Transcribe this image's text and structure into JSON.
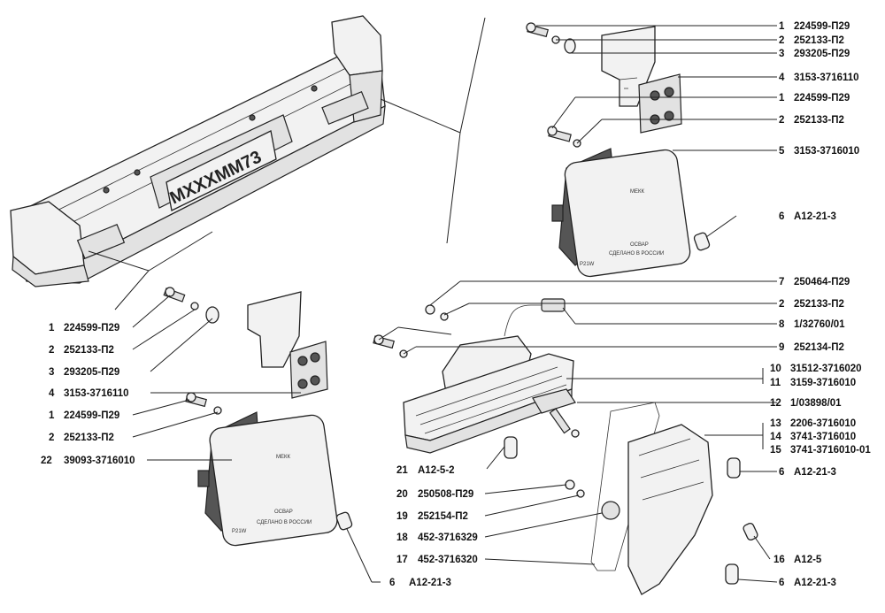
{
  "plate": {
    "text": "MXXXMM73"
  },
  "lamp_markings": {
    "brand": "МЕКК",
    "bulb": "P21W",
    "made1": "ОСВАР",
    "made2": "СДЕЛАНО В РОССИИ"
  },
  "callouts": [
    {
      "id": "c01",
      "num": "1",
      "code": "224599-П29"
    },
    {
      "id": "c02",
      "num": "2",
      "code": "252133-П2"
    },
    {
      "id": "c03",
      "num": "3",
      "code": "293205-П29"
    },
    {
      "id": "c04",
      "num": "4",
      "code": "3153-3716110"
    },
    {
      "id": "c05",
      "num": "1",
      "code": "224599-П29"
    },
    {
      "id": "c06",
      "num": "2",
      "code": "252133-П2"
    },
    {
      "id": "c07",
      "num": "5",
      "code": "3153-3716010"
    },
    {
      "id": "c08",
      "num": "6",
      "code": "А12-21-3"
    },
    {
      "id": "c09",
      "num": "7",
      "code": "250464-П29"
    },
    {
      "id": "c10",
      "num": "2",
      "code": "252133-П2"
    },
    {
      "id": "c11",
      "num": "8",
      "code": "1/32760/01"
    },
    {
      "id": "c12",
      "num": "9",
      "code": "252134-П2"
    },
    {
      "id": "c13",
      "num": "10",
      "code": "31512-3716020"
    },
    {
      "id": "c14",
      "num": "11",
      "code": "3159-3716010"
    },
    {
      "id": "c15",
      "num": "12",
      "code": "1/03898/01"
    },
    {
      "id": "c16",
      "num": "13",
      "code": "2206-3716010"
    },
    {
      "id": "c17",
      "num": "14",
      "code": "3741-3716010"
    },
    {
      "id": "c18",
      "num": "15",
      "code": "3741-3716010-01"
    },
    {
      "id": "c19",
      "num": "6",
      "code": "А12-21-3"
    },
    {
      "id": "c20",
      "num": "16",
      "code": "А12-5"
    },
    {
      "id": "c21",
      "num": "6",
      "code": "А12-21-3"
    },
    {
      "id": "c22",
      "num": "1",
      "code": "224599-П29"
    },
    {
      "id": "c23",
      "num": "2",
      "code": "252133-П2"
    },
    {
      "id": "c24",
      "num": "3",
      "code": "293205-П29"
    },
    {
      "id": "c25",
      "num": "4",
      "code": "3153-3716110"
    },
    {
      "id": "c26",
      "num": "1",
      "code": "224599-П29"
    },
    {
      "id": "c27",
      "num": "2",
      "code": "252133-П2"
    },
    {
      "id": "c28",
      "num": "22",
      "code": "39093-3716010"
    },
    {
      "id": "c29",
      "num": "21",
      "code": "А12-5-2"
    },
    {
      "id": "c30",
      "num": "20",
      "code": "250508-П29"
    },
    {
      "id": "c31",
      "num": "19",
      "code": "252154-П2"
    },
    {
      "id": "c32",
      "num": "18",
      "code": "452-3716329"
    },
    {
      "id": "c33",
      "num": "17",
      "code": "452-3716320"
    },
    {
      "id": "c34",
      "num": "6",
      "code": "А12-21-3"
    }
  ]
}
